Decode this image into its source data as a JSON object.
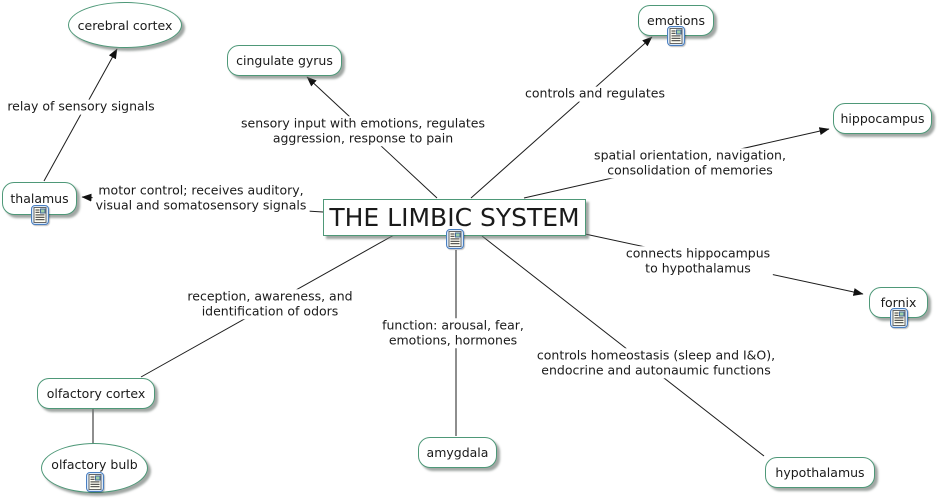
{
  "diagram": {
    "type": "concept-map",
    "title": "THE LIMBIC SYSTEM"
  },
  "colors": {
    "background": "#ffffff",
    "node_border": "#4e9878",
    "node_fill": "#ffffff",
    "text": "#1a1a1a",
    "line": "#1c1c1c",
    "shadow": "#9aa49e",
    "icon_frame": "#4a7fc1",
    "icon_fill": "#d9e9fa"
  },
  "icon_meaning": "resource-document-icon",
  "nodes": [
    {
      "id": "cerebral-cortex",
      "label": "cerebral cortex",
      "shape": "ellipse",
      "icon": false
    },
    {
      "id": "cingulate-gyrus",
      "label": "cingulate gyrus",
      "shape": "rounded",
      "icon": false
    },
    {
      "id": "emotions",
      "label": "emotions",
      "shape": "rounded",
      "icon": true
    },
    {
      "id": "hippocampus",
      "label": "hippocampus",
      "shape": "rounded",
      "icon": false
    },
    {
      "id": "thalamus",
      "label": "thalamus",
      "shape": "rounded",
      "icon": true
    },
    {
      "id": "limbic-system",
      "label": "THE LIMBIC SYSTEM",
      "shape": "rect",
      "icon": true
    },
    {
      "id": "fornix",
      "label": "fornix",
      "shape": "rounded",
      "icon": true
    },
    {
      "id": "olfactory-cortex",
      "label": "olfactory cortex",
      "shape": "rounded",
      "icon": false
    },
    {
      "id": "olfactory-bulb",
      "label": "olfactory bulb",
      "shape": "ellipse",
      "icon": true
    },
    {
      "id": "amygdala",
      "label": "amygdala",
      "shape": "rounded",
      "icon": false
    },
    {
      "id": "hypothalamus",
      "label": "hypothalamus",
      "shape": "rounded",
      "icon": false
    }
  ],
  "edges": [
    {
      "from": "thalamus",
      "to": "cerebral-cortex",
      "arrow": true,
      "label": "relay of sensory signals"
    },
    {
      "from": "limbic-system",
      "to": "thalamus",
      "arrow": true,
      "label": "motor control; receives auditory,\nvisual and somatosensory signals"
    },
    {
      "from": "limbic-system",
      "to": "cingulate-gyrus",
      "arrow": true,
      "label": "sensory input with emotions, regulates\naggression, response to pain"
    },
    {
      "from": "limbic-system",
      "to": "emotions",
      "arrow": true,
      "label": "controls and regulates"
    },
    {
      "from": "limbic-system",
      "to": "hippocampus",
      "arrow": true,
      "label": "spatial orientation, navigation,\nconsolidation of memories"
    },
    {
      "from": "limbic-system",
      "to": "fornix",
      "arrow": true,
      "label": "connects hippocampus\nto hypothalamus"
    },
    {
      "from": "limbic-system",
      "to": "olfactory-cortex",
      "arrow": false,
      "label": "reception, awareness, and\nidentification of odors"
    },
    {
      "from": "limbic-system",
      "to": "amygdala",
      "arrow": false,
      "label": "function: arousal, fear,\nemotions, hormones"
    },
    {
      "from": "limbic-system",
      "to": "hypothalamus",
      "arrow": false,
      "label": "controls homeostasis (sleep and I&O),\nendocrine and autonaumic functions"
    },
    {
      "from": "olfactory-cortex",
      "to": "olfactory-bulb",
      "arrow": false,
      "label": ""
    }
  ]
}
